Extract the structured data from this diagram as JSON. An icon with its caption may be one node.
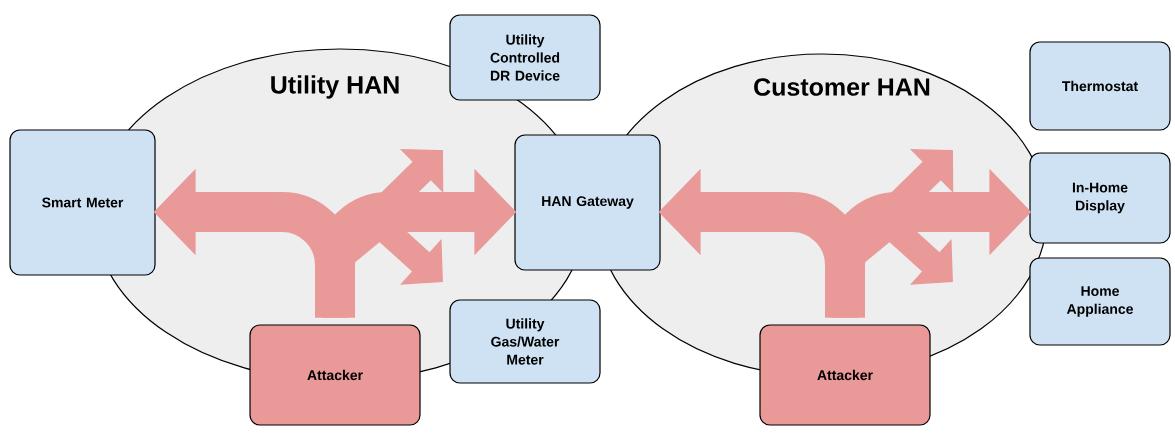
{
  "diagram": {
    "nodes": [
      {
        "text": [
          "Smart Meter"
        ]
      },
      {
        "text": [
          "Utility Controlled DR Device"
        ]
      },
      {
        "text": [
          "HAN Gateway"
        ]
      },
      {
        "text": [
          "Utility Gas/Water Meter"
        ]
      },
      {
        "text": [
          "Attacker"
        ]
      },
      {
        "text": [
          "Thermostat"
        ]
      },
      {
        "text": [
          "In-Home Display"
        ]
      },
      {
        "text": [
          "Home Appliance"
        ]
      },
      {
        "text": [
          "Attacker"
        ]
      }
    ],
    "edges": [
      {
        "from": 4,
        "to": null,
        "arrow": "to"
      },
      {
        "from": 4,
        "to": null,
        "arrow": "to"
      },
      {
        "from": 4,
        "to": 0,
        "arrow": "to"
      },
      {
        "from": 4,
        "to": 2,
        "arrow": "to"
      },
      {
        "from": 8,
        "to": null,
        "arrow": "to"
      },
      {
        "from": 8,
        "to": null,
        "arrow": "to"
      },
      {
        "from": 8,
        "to": 2,
        "arrow": "to"
      },
      {
        "from": 8,
        "to": 6,
        "arrow": "to"
      }
    ],
    "labels": [
      "Utility HAN",
      "Customer HAN"
    ]
  }
}
